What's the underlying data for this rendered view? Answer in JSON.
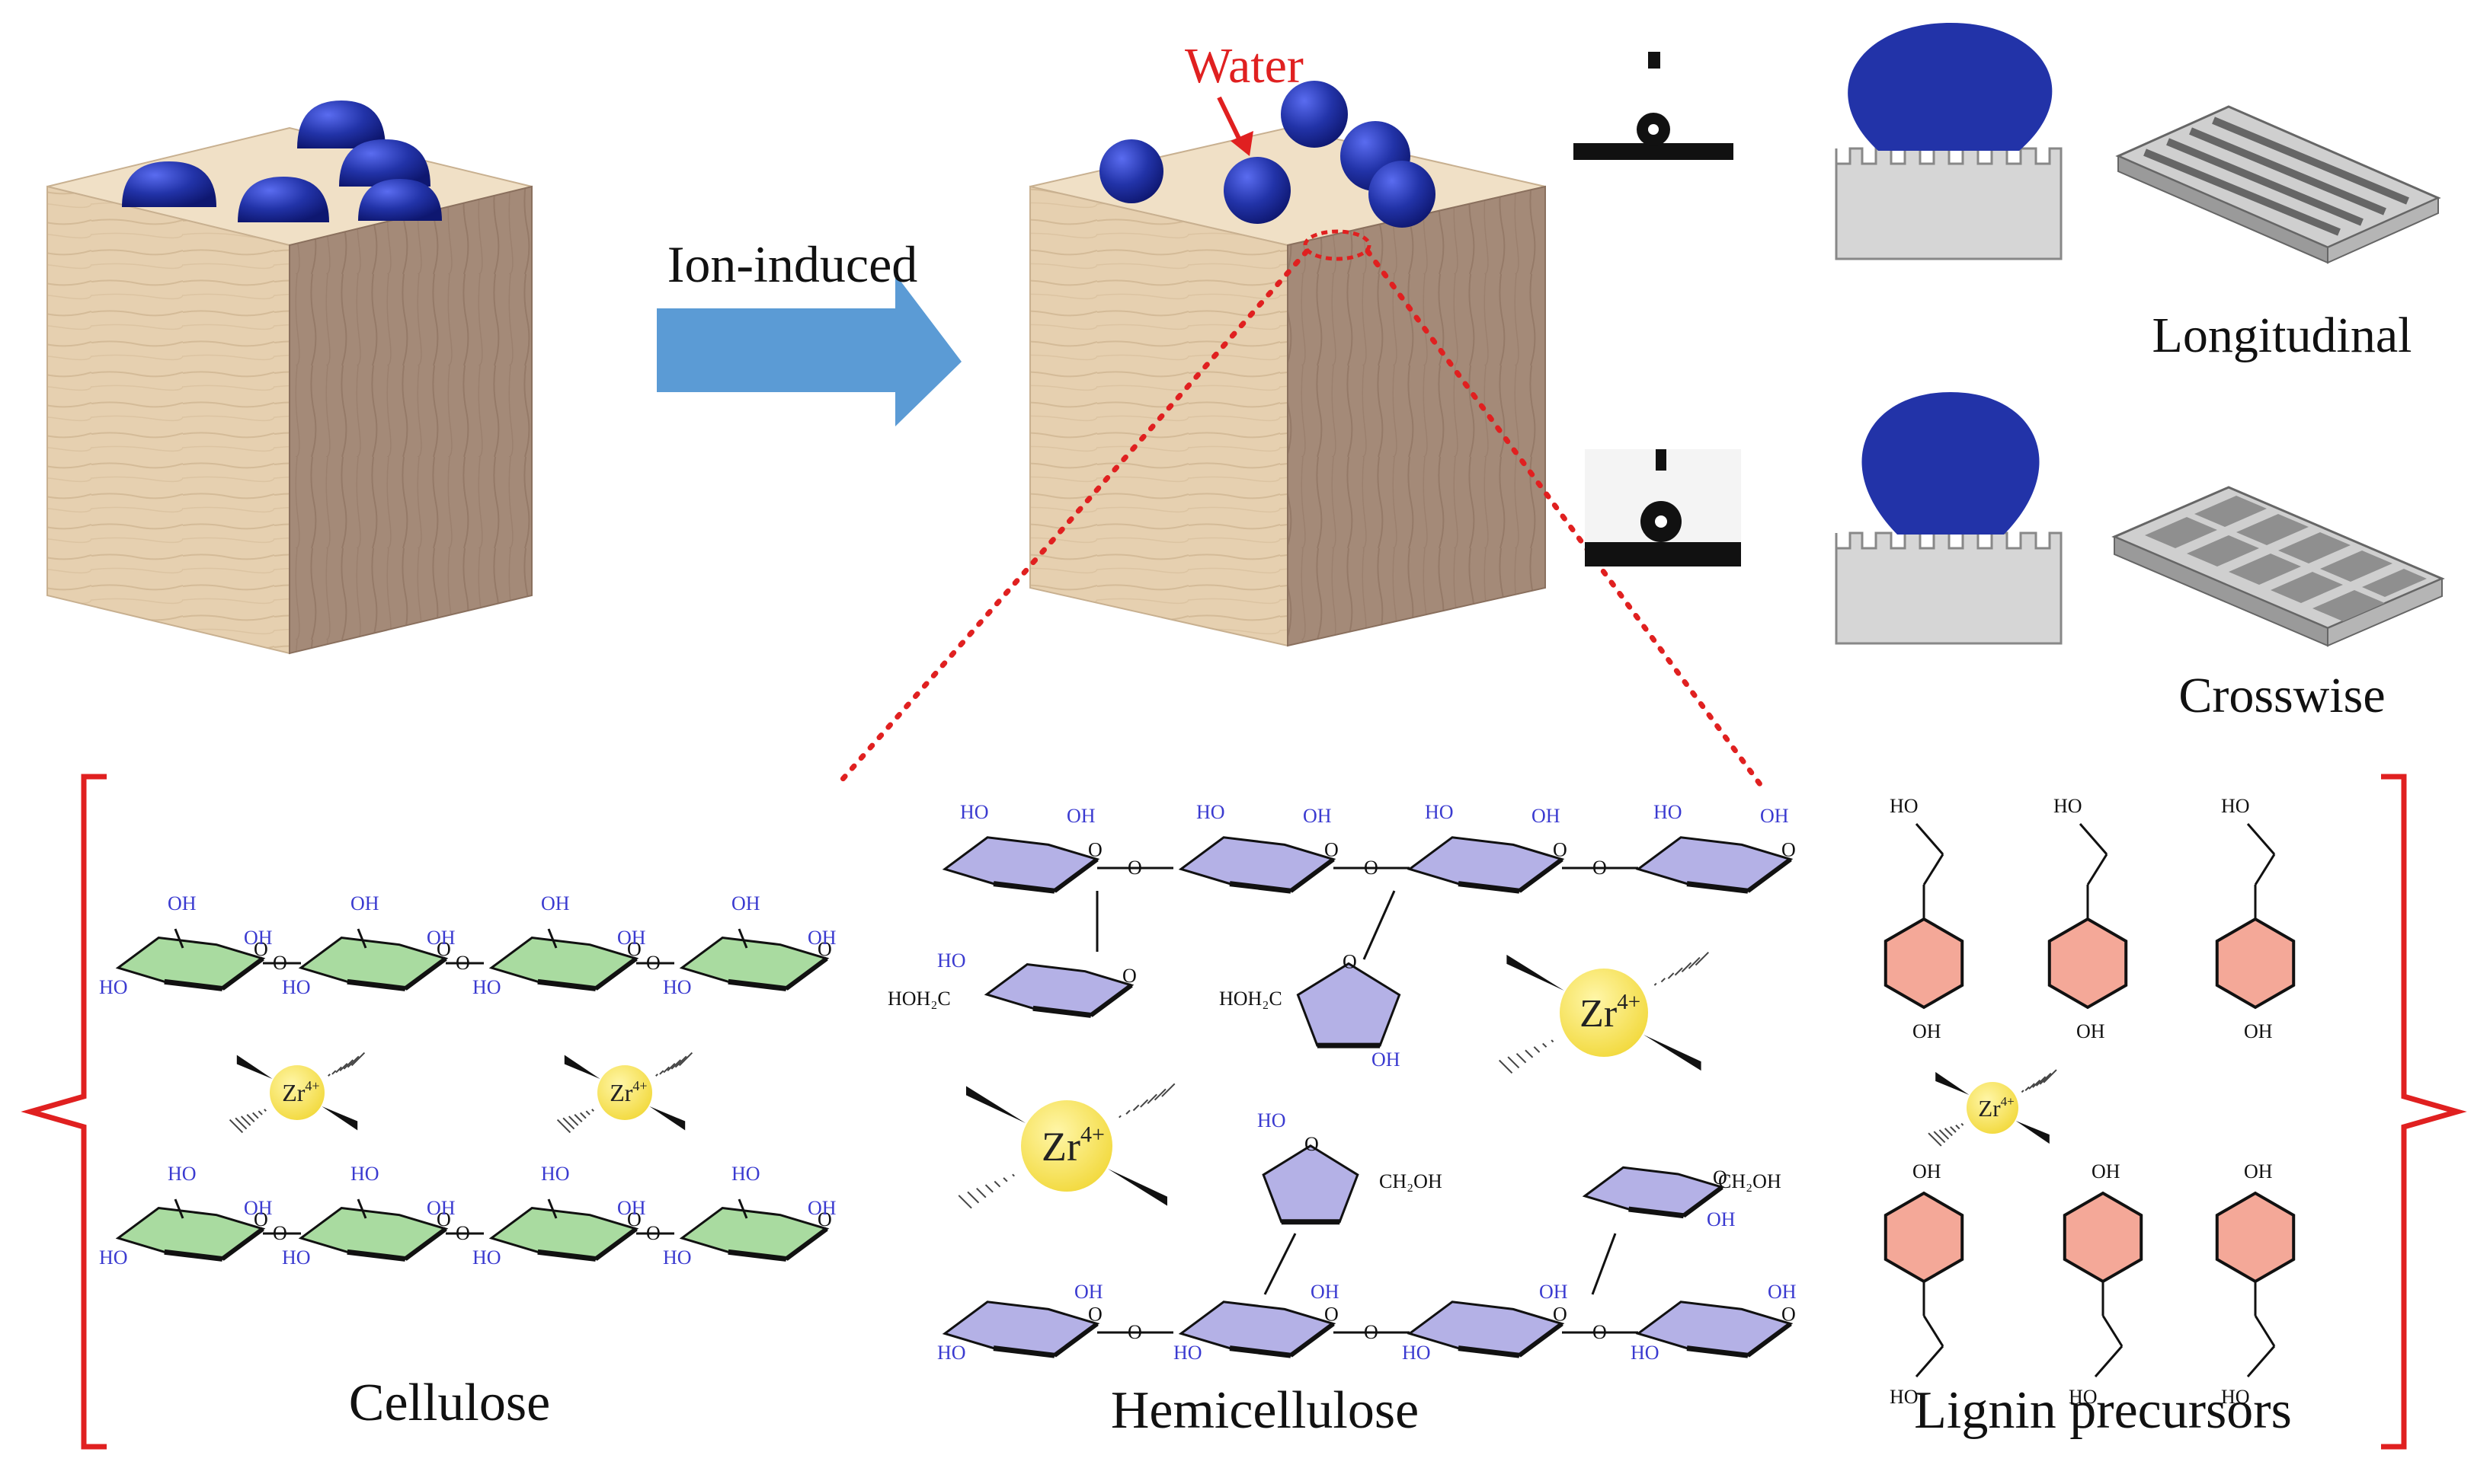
{
  "labels": {
    "arrow_label": "Ion-induced",
    "water_label": "Water",
    "longitudinal": "Longitudinal",
    "crosswise": "Crosswise",
    "cellulose": "Cellulose",
    "hemicellulose": "Hemicellulose",
    "lignin": "Lignin precursors"
  },
  "ion": {
    "symbol": "Zr",
    "charge": "4+"
  },
  "groups": {
    "hydroxyl_left": "HO",
    "hydroxyl_right": "OH",
    "hydroxymethyl_right": "CH₂OH",
    "hydroxymethyl_left": "HOH₂C",
    "ring_oxygen": "O"
  },
  "colors": {
    "wood_front": "#e6d0b0",
    "wood_top": "#f0e0c6",
    "wood_side": "#a48a78",
    "droplet": "#2233a8",
    "arrow": "#5b9bd5",
    "accent_red": "#e02020",
    "zr_ion": "#f7e35a",
    "cellulose_ring": "#a9dba0",
    "hemicellulose_ring": "#b4b1e6",
    "lignin_ring": "#f4a898",
    "substrate_grey": "#d6d6d6"
  }
}
